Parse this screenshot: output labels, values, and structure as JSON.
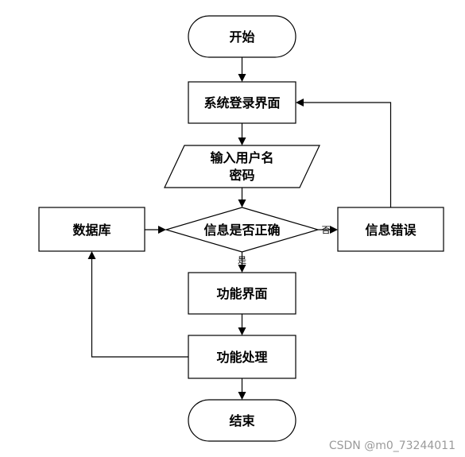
{
  "nodes": {
    "start": "开始",
    "login": "系统登录界面",
    "input_line1": "输入用户名",
    "input_line2": "密码",
    "check": "信息是否正确",
    "error": "信息错误",
    "database": "数据库",
    "function_ui": "功能界面",
    "function_process": "功能处理",
    "end": "结束"
  },
  "edges": {
    "no": "否",
    "yes": "是"
  },
  "watermark": "CSDN @m0_73244011"
}
